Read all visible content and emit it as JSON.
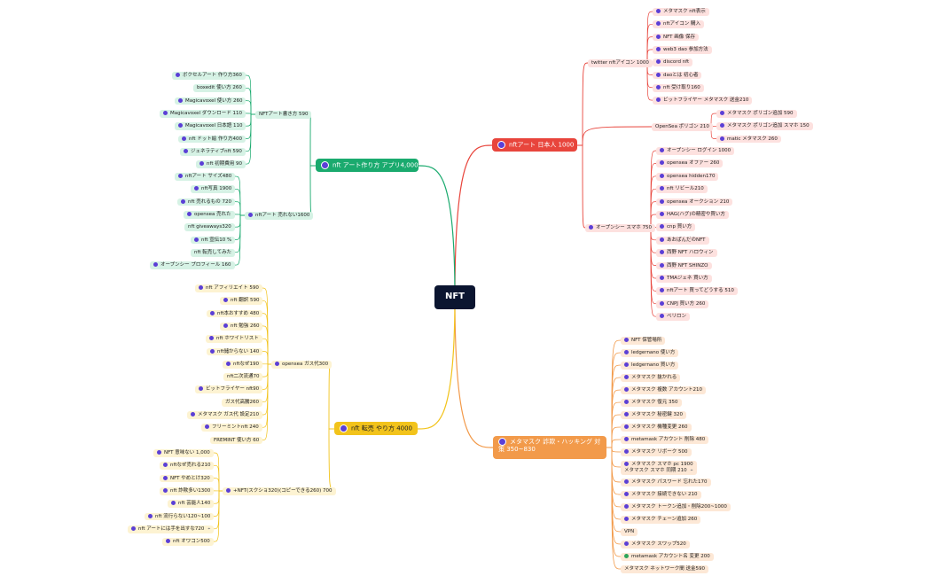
{
  "root": {
    "label": "NFT"
  },
  "colors": {
    "root": "#0b1530",
    "red": "#e8453c",
    "red_light": "#fde1df",
    "orange": "#f29a4a",
    "orange_light": "#fde8d6",
    "green": "#1aaa6e",
    "green_light": "#d6f2e5",
    "yellow": "#f2c31b",
    "yellow_light": "#fdf3d2",
    "dot": "#5b3fd6",
    "dot_green": "#2ca55a"
  },
  "branches": [
    {
      "id": "red",
      "label": "nftアート 日本人 1000",
      "color": "red",
      "children": [
        {
          "label": "twitter nftアイコン 1000",
          "dot": false,
          "children": [
            {
              "label": "メタマスク nft表示"
            },
            {
              "label": "nftアイコン 購入"
            },
            {
              "label": "NFT 画像 保存"
            },
            {
              "label": "web3 dao 参加方法"
            },
            {
              "label": "discord nft"
            },
            {
              "label": "daoとは 初心者"
            },
            {
              "label": "nft 受け取り160"
            },
            {
              "label": "ビットフライヤー メタマスク 送金210"
            }
          ]
        },
        {
          "label": "OpenSea ポリゴン 210",
          "dot": false,
          "children": [
            {
              "label": "メタマスク ポリゴン追加 590"
            },
            {
              "label": "メタマスク ポリゴン追加 スマホ 150"
            },
            {
              "label": "matic メタマスク 260"
            }
          ]
        },
        {
          "label": "オープンシー スマホ 750",
          "dot": true,
          "children": [
            {
              "label": "オープンシー ログイン 1000"
            },
            {
              "label": "opensea オファー 260"
            },
            {
              "label": "opensea hidden170"
            },
            {
              "label": "nft リビール210"
            },
            {
              "label": "opensea オークション 210"
            },
            {
              "label": "HAG(ハグ)の精密や買い方"
            },
            {
              "label": "cnp 買い方"
            },
            {
              "label": "あおぱんだのNFT"
            },
            {
              "label": "西野 NFT ハロウィン"
            },
            {
              "label": "西野 NFT SHINZO"
            },
            {
              "label": "TMAジェネ 買い方"
            },
            {
              "label": "nftアート 買ってどうする 510"
            },
            {
              "label": "CNPJ 買い方 260"
            },
            {
              "label": "ベリロン"
            }
          ]
        }
      ]
    },
    {
      "id": "orange",
      "label": "メタマスク 詐欺・ハッキング 対策 350~830",
      "color": "orange",
      "children": [
        {
          "label": "NFT 保管場所"
        },
        {
          "label": "ledgernano 使い方"
        },
        {
          "label": "ledgernano 買い方"
        },
        {
          "label": "メタマスク 抜かれる"
        },
        {
          "label": "メタマスク 複数 アカウント210"
        },
        {
          "label": "メタマスク 復元 350"
        },
        {
          "label": "メタマスク 秘密鍵 320"
        },
        {
          "label": "メタマスク 機種変更 260"
        },
        {
          "label": "metamask アカウント 削除 480"
        },
        {
          "label": "メタマスク リボーク 500"
        },
        {
          "label": "メタマスク スマホ pc 1900\nメタマスク スマホ 同期 210",
          "pin": true
        },
        {
          "label": "メタマスク パスワード 忘れた170"
        },
        {
          "label": "メタマスク 接続できない 210"
        },
        {
          "label": "メタマスク トークン追加・削除200~1000"
        },
        {
          "label": "メタマスク チェーン追加 260"
        },
        {
          "label": "VPN",
          "dot": false
        },
        {
          "label": "メタマスク スワップ520"
        },
        {
          "label": "metamask アカウント名 変更 200",
          "green": true
        },
        {
          "label": "メタマスク ネットワーク間 送金590",
          "dot": false
        }
      ]
    },
    {
      "id": "green",
      "label": "nft アート作り方 アプリ4,000",
      "color": "green",
      "children": [
        {
          "label": "NFTアート書き方 590",
          "dot": false,
          "children": [
            {
              "label": "ボクセルアート 作り方360"
            },
            {
              "label": "boxedit 使い方 260",
              "dot": false
            },
            {
              "label": "Magicavoxel 使い方 260"
            },
            {
              "label": "Magicavoxel ダウンロード 110"
            },
            {
              "label": "Magicavoxel 日本語 110"
            },
            {
              "label": "nft ドット絵 作り方400"
            },
            {
              "label": "ジェネラティブnft 590"
            },
            {
              "label": "nft 初期費用 90"
            }
          ]
        },
        {
          "label": "nftアート 売れない1600",
          "dot": true,
          "children": [
            {
              "label": "nftアート サイズ480"
            },
            {
              "label": "nft写真 1900"
            },
            {
              "label": "nft 売れるもの 720"
            },
            {
              "label": "opensea 売れた"
            },
            {
              "label": "nft giveaways320",
              "dot": false
            },
            {
              "label": "nft 宣伝10 %"
            },
            {
              "label": "nft 転売してみた",
              "dot": false
            },
            {
              "label": "オープンシー プロフィール 160"
            }
          ]
        }
      ]
    },
    {
      "id": "yellow",
      "label": "nft 転売 やり方 4000",
      "color": "yellow",
      "children": [
        {
          "label": "opensea ガス代300",
          "dot": true,
          "children": [
            {
              "label": "nft アフィリエイト 590"
            },
            {
              "label": "nft 翻訳 590"
            },
            {
              "label": "nft本おすすめ 480"
            },
            {
              "label": "nft 勉強 260"
            },
            {
              "label": "nft ホワイトリスト"
            },
            {
              "label": "nft儲からない 140"
            },
            {
              "label": "nftなぜ190"
            },
            {
              "label": "nft二次流通70",
              "dot": false
            },
            {
              "label": "ビットフライヤー nft90"
            },
            {
              "label": "ガス代高騰260",
              "dot": false
            },
            {
              "label": "メタマスク ガス代 設定210"
            },
            {
              "label": "フリーミントnft 240"
            },
            {
              "label": "FREMINT 使い方 60",
              "dot": false
            }
          ]
        },
        {
          "label": "+NFT(スクショ320)(コピーできる260) 700",
          "dot": true,
          "children": [
            {
              "label": "NFT 意味ない 1,000"
            },
            {
              "label": "nftなぜ売れる210"
            },
            {
              "label": "NFT やめとけ320"
            },
            {
              "label": "nft 詐欺多い1300"
            },
            {
              "label": "nft 芸能人140"
            },
            {
              "label": "nft 流行らない120~100"
            },
            {
              "label": "nft アートには手を出すな720",
              "pin": true
            },
            {
              "label": "nft オワコン500"
            }
          ]
        }
      ]
    }
  ]
}
